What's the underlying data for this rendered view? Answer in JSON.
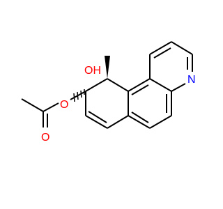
{
  "molecule": {
    "atoms": {
      "hydroxyl": "OH",
      "ester_oxygen": "O",
      "carbonyl_oxygen": "O",
      "nitrogen": "N"
    },
    "colors": {
      "bond": "#000000",
      "oxygen": "#ff0000",
      "nitrogen": "#0000ff",
      "background": "#ffffff"
    }
  }
}
